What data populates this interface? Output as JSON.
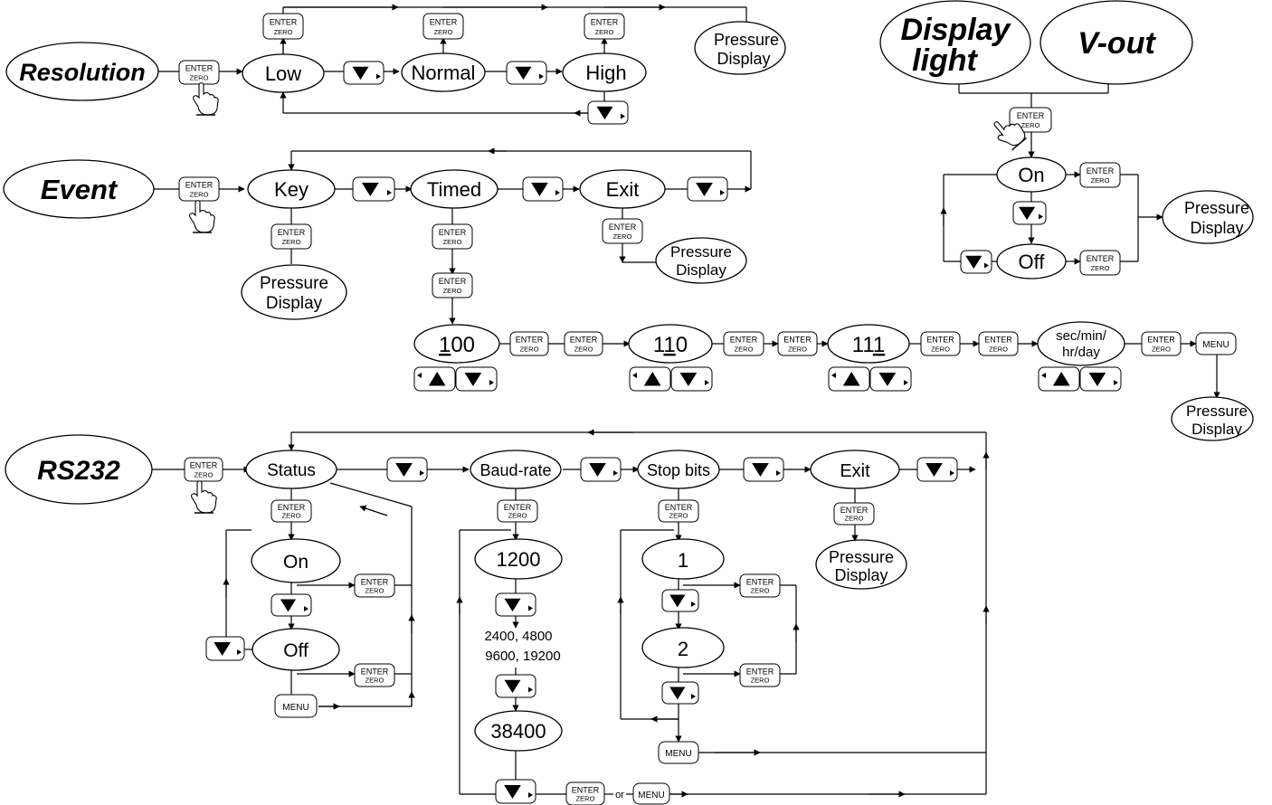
{
  "titles": {
    "resolution": "Resolution",
    "event": "Event",
    "rs232": "RS232",
    "display_light_1": "Display",
    "display_light_2": "light",
    "vout": "V-out"
  },
  "states": {
    "low": "Low",
    "normal": "Normal",
    "high": "High",
    "key": "Key",
    "timed": "Timed",
    "exit": "Exit",
    "on": "On",
    "off": "Off",
    "status": "Status",
    "baud_rate": "Baud-rate",
    "stop_bits": "Stop bits",
    "one": "1",
    "two": "2",
    "b1200": "1200",
    "b38400": "38400",
    "baud_list_1": "2400, 4800",
    "baud_list_2": "9600, 19200",
    "sec1": "sec/min/",
    "sec2": "hr/day",
    "pressure_1": "Pressure",
    "pressure_2": "Display"
  },
  "digits": {
    "d100_u": "1",
    "d100_r": "00",
    "d110_l": "1",
    "d110_u": "1",
    "d110_r": "0",
    "d111_l": "11",
    "d111_u": "1"
  },
  "buttons": {
    "enter": "ENTER",
    "zero": "ZERO",
    "menu": "MENU",
    "or": "or"
  },
  "icons": {
    "down": "down-arrow-button-icon",
    "up": "up-arrow-button-icon",
    "hand": "pointing-hand-icon"
  }
}
